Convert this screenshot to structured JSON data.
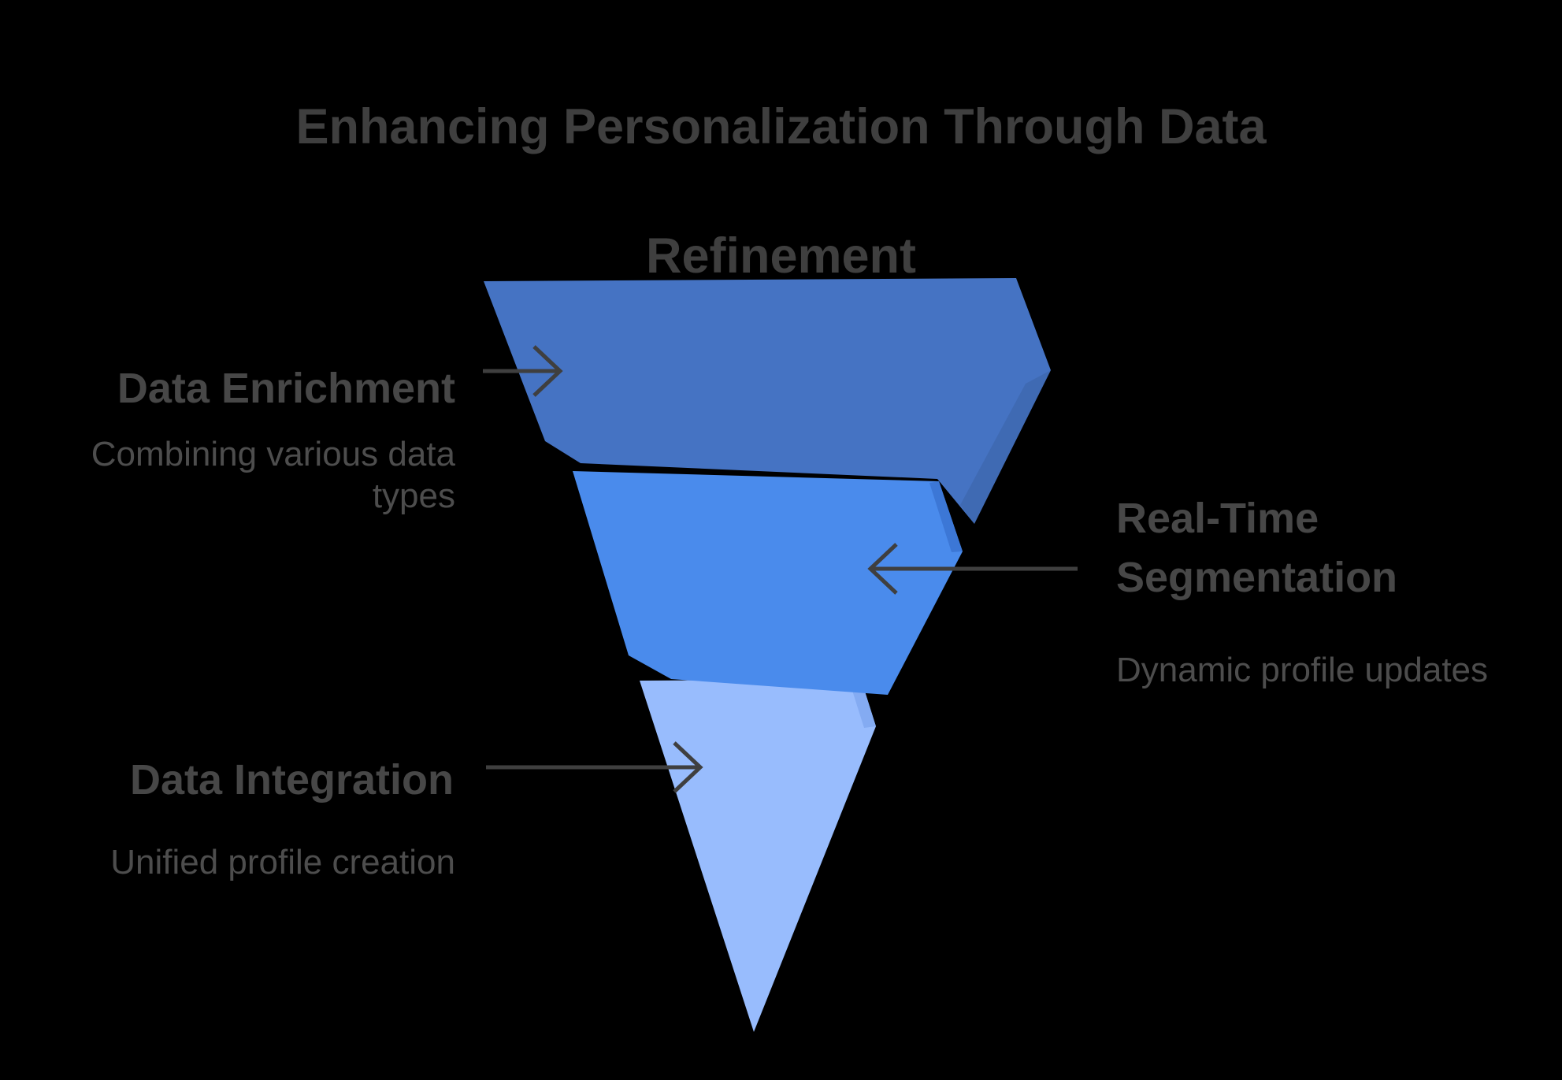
{
  "title": {
    "line1": "Enhancing Personalization Through Data",
    "line2": "Refinement"
  },
  "chart_data": {
    "type": "funnel",
    "title": "Enhancing Personalization Through Data Refinement",
    "direction": "top-wide-to-bottom-narrow",
    "stages": [
      {
        "name": "Data Enrichment",
        "description": "Combining various data types",
        "color": "#4573c3",
        "label_side": "left",
        "level": 1
      },
      {
        "name": "Real-Time Segmentation",
        "description": "Dynamic profile updates",
        "color": "#4a8bec",
        "label_side": "right",
        "level": 2
      },
      {
        "name": "Data Integration",
        "description": "Unified profile creation",
        "color": "#98bcfd",
        "label_side": "left",
        "level": 3
      }
    ]
  },
  "stages": [
    {
      "name": "Data Enrichment",
      "description": "Combining various data types",
      "color": "#4573c3",
      "fold_color": "#3d66ad"
    },
    {
      "name": "Real-Time Segmentation",
      "description": "Dynamic profile updates",
      "color": "#4a8bec",
      "fold_color": "#3c77d6"
    },
    {
      "name": "Data Integration",
      "description": "Unified profile creation",
      "color": "#98bcfd",
      "fold_color": "#84abf2"
    }
  ],
  "colors": {
    "background": "#000000",
    "title_text": "#3f3f3f",
    "header_text": "#474747",
    "subtitle_text": "#4d4d4d",
    "arrow": "#3f3f3f"
  }
}
